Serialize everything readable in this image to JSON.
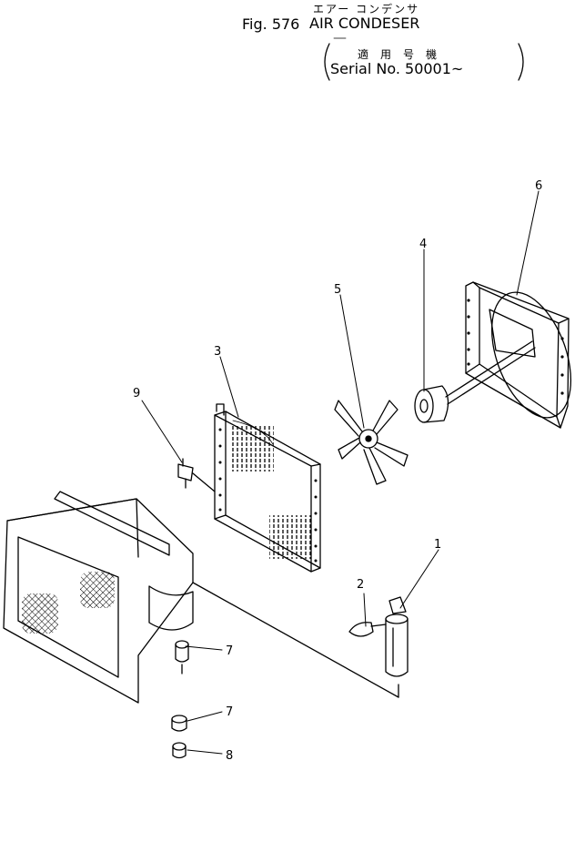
{
  "header": {
    "kana_title": "エアー コンデンサ",
    "fig_number": "Fig. 576",
    "title": "AIR CONDESER",
    "applicability_label": "適用号機",
    "serial": "Serial No. 50001~"
  },
  "callouts": [
    "1",
    "2",
    "3",
    "4",
    "5",
    "6",
    "7",
    "7",
    "8",
    "9"
  ]
}
